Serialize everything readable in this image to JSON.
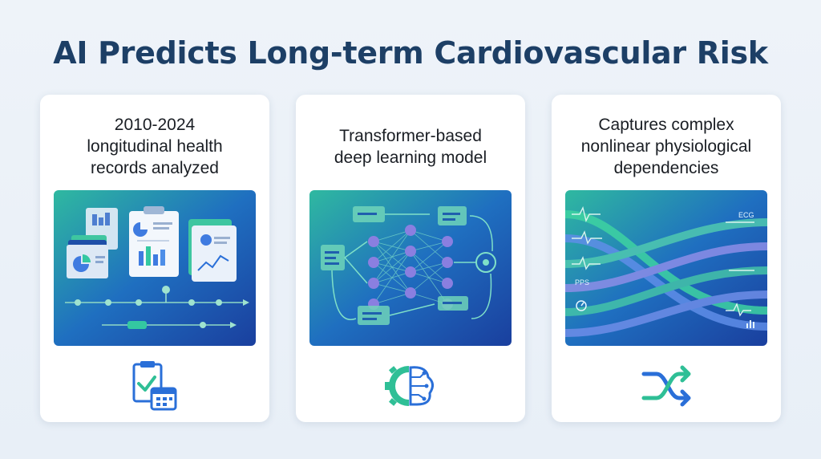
{
  "page": {
    "title": "AI Predicts Long-term Cardiovascular Risk"
  },
  "cards": [
    {
      "lines": [
        "2010-2024",
        "longitudinal health",
        "records analyzed"
      ],
      "icon": "clipboard-calendar-icon"
    },
    {
      "lines": [
        "Transformer-based",
        "deep learning model"
      ],
      "icon": "brain-gear-icon"
    },
    {
      "lines": [
        "Captures complex",
        "nonlinear physiological",
        "dependencies"
      ],
      "icon": "crossing-arrows-icon",
      "signal_labels": {
        "ecg": "ECG",
        "pps": "PPS"
      }
    }
  ],
  "colors": {
    "title": "#1d3f66",
    "accent_green": "#3fd59a",
    "accent_blue": "#2a6fd8",
    "panel_dark": "#183f9a"
  }
}
